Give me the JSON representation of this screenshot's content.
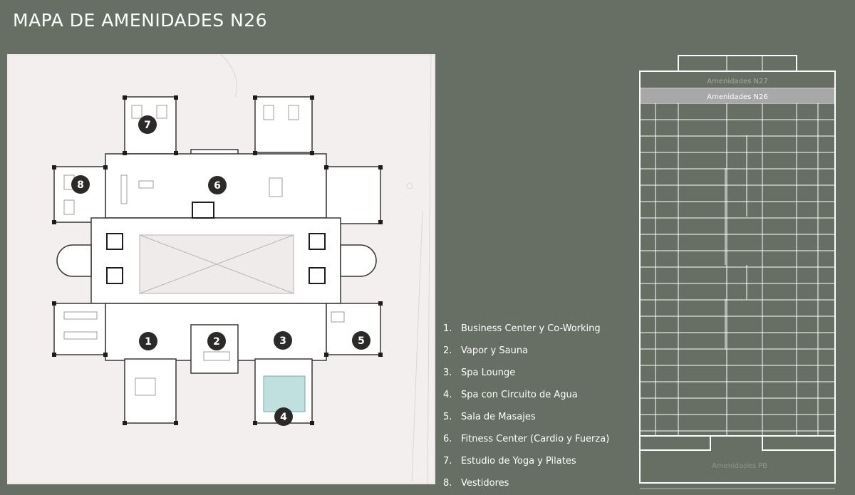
{
  "title": "MAPA DE AMENIDADES N26",
  "legend": [
    {
      "num": "1.",
      "label": "Business Center y Co-Working"
    },
    {
      "num": "2.",
      "label": "Vapor y Sauna"
    },
    {
      "num": "3.",
      "label": "Spa Lounge"
    },
    {
      "num": "4.",
      "label": "Spa con Circuito de Agua"
    },
    {
      "num": "5.",
      "label": "Sala de Masajes"
    },
    {
      "num": "6.",
      "label": "Fitness Center (Cardio y Fuerza)"
    },
    {
      "num": "7.",
      "label": "Estudio de Yoga y Pilates"
    },
    {
      "num": "8.",
      "label": "Vestidores"
    }
  ],
  "markers": [
    "1",
    "2",
    "3",
    "4",
    "5",
    "6",
    "7",
    "8"
  ],
  "elevation": {
    "top_label": "Amenidades N27",
    "highlight_label": "Amenidades N26",
    "bottom_label": "Amenidades PB"
  },
  "colors": {
    "background": "#676e64",
    "plan_paper": "#f2efee",
    "marker": "#2b2a29",
    "highlight": "#a8a8a8",
    "pool": "#bfe0de"
  }
}
